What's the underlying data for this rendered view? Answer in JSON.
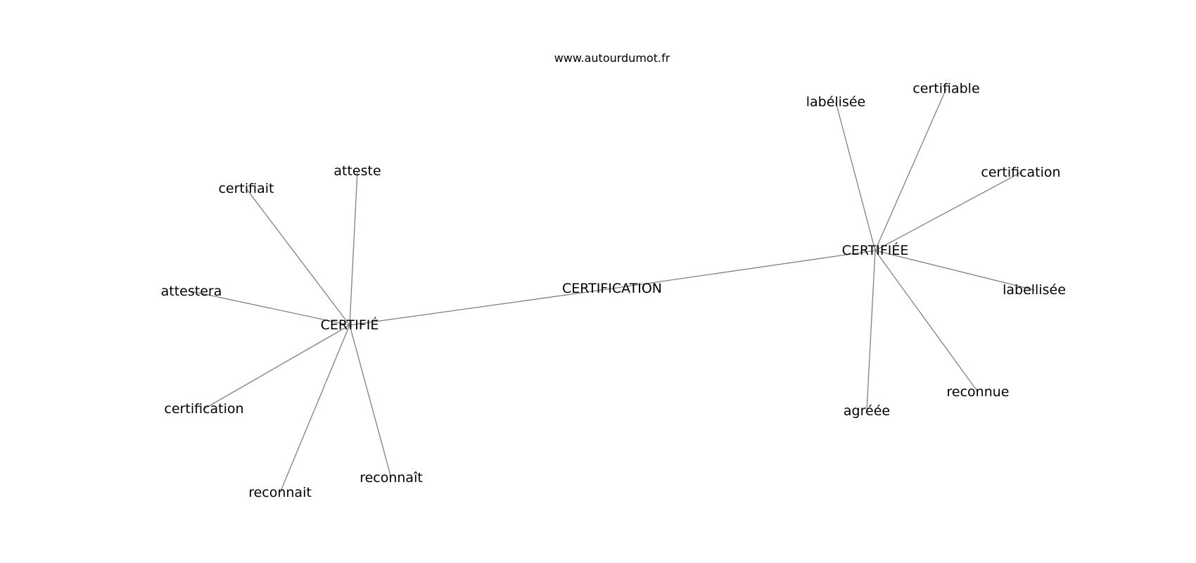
{
  "site": "www.autourdumot.fr",
  "graph": {
    "center": "CERTIFICATION",
    "hubs": [
      {
        "word": "CERTIFIÉ",
        "neighbors": [
          "atteste",
          "certifiait",
          "attestera",
          "certification",
          "reconnait",
          "reconnaît"
        ]
      },
      {
        "word": "CERTIFIÉE",
        "neighbors": [
          "labélisée",
          "certifiable",
          "certification",
          "labellisée",
          "reconnue",
          "agréée"
        ]
      }
    ]
  }
}
